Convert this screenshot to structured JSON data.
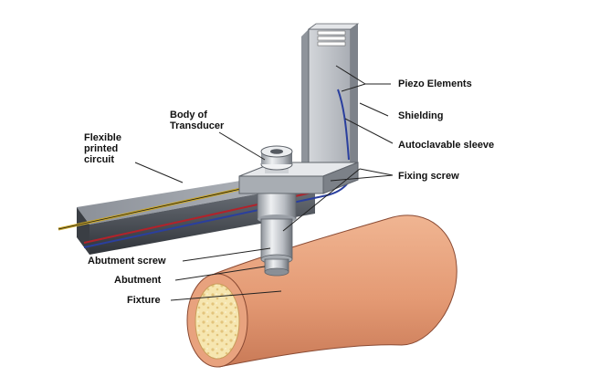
{
  "labels": {
    "piezo_elements": "Piezo Elements",
    "shielding": "Shielding",
    "autoclavable_sleeve": "Autoclavable sleeve",
    "fixing_screw": "Fixing screw",
    "body_of_transducer": "Body of\nTransducer",
    "flexible_printed_circuit": "Flexible\nprinted\ncircuit",
    "abutment_screw": "Abutment screw",
    "abutment": "Abutment",
    "fixture": "Fixture"
  },
  "colors": {
    "metal_dark": "#4a4f58",
    "metal_light": "#c9cdd3",
    "bone_outer": "#e8a27e",
    "bone_inner": "#f3dca4",
    "wire_red": "#b3222a",
    "wire_blue": "#2a3f9e",
    "wire_yellow": "#c9a628",
    "leader_line": "#222222"
  }
}
